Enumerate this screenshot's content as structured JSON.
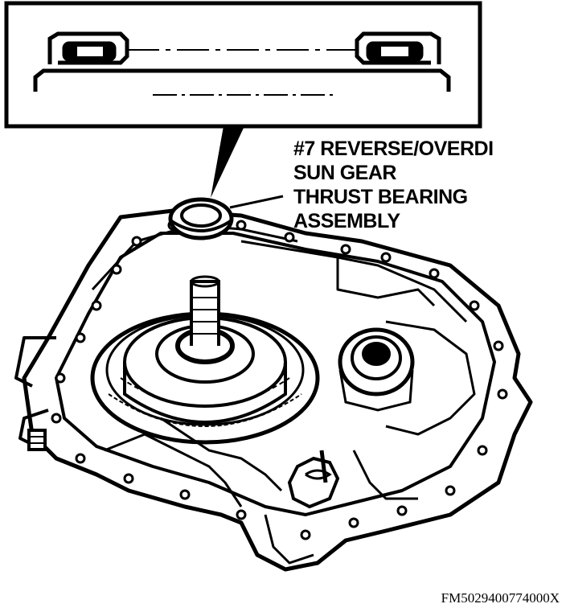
{
  "callout": {
    "lines": [
      "#7 REVERSE/OVERDI",
      "SUN GEAR",
      "THRUST BEARING",
      "ASSEMBLY"
    ]
  },
  "figure_id": "FM5029400774000X"
}
